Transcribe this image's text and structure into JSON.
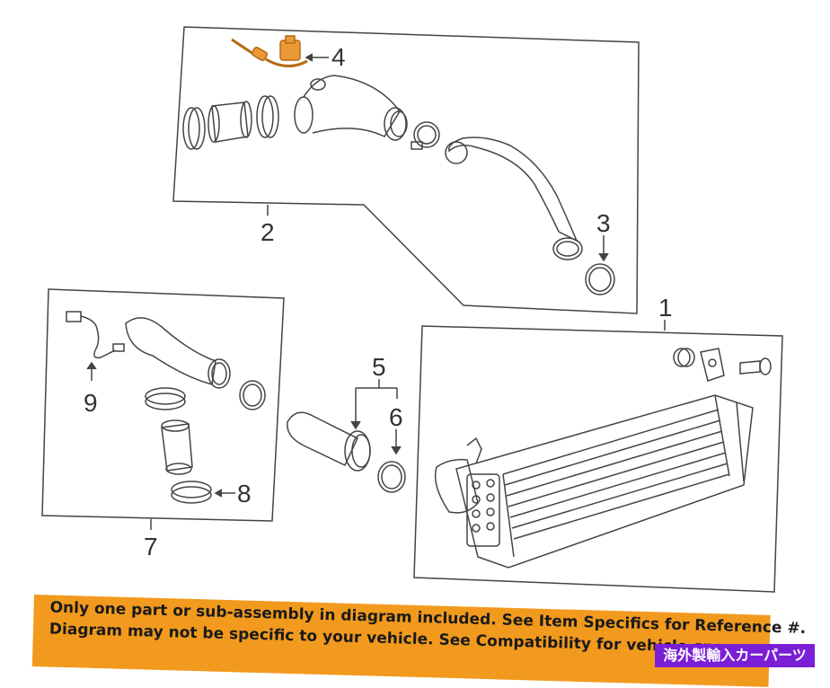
{
  "callouts": {
    "c1": "1",
    "c2": "2",
    "c3": "3",
    "c4": "4",
    "c5": "5",
    "c6": "6",
    "c7": "7",
    "c8": "8",
    "c9": "9"
  },
  "banner": {
    "line1": "Only one part or sub-assembly in diagram included. See Item Specifics for Reference #.",
    "line2": "Diagram may not be specific to your vehicle. See Compatibility for vehicle-spec"
  },
  "badge": {
    "label": "海外製輸入カーパーツ"
  },
  "colors": {
    "banner": "#f29a1e",
    "badge": "#7b1fd6",
    "highlight": "#d98a1e"
  }
}
